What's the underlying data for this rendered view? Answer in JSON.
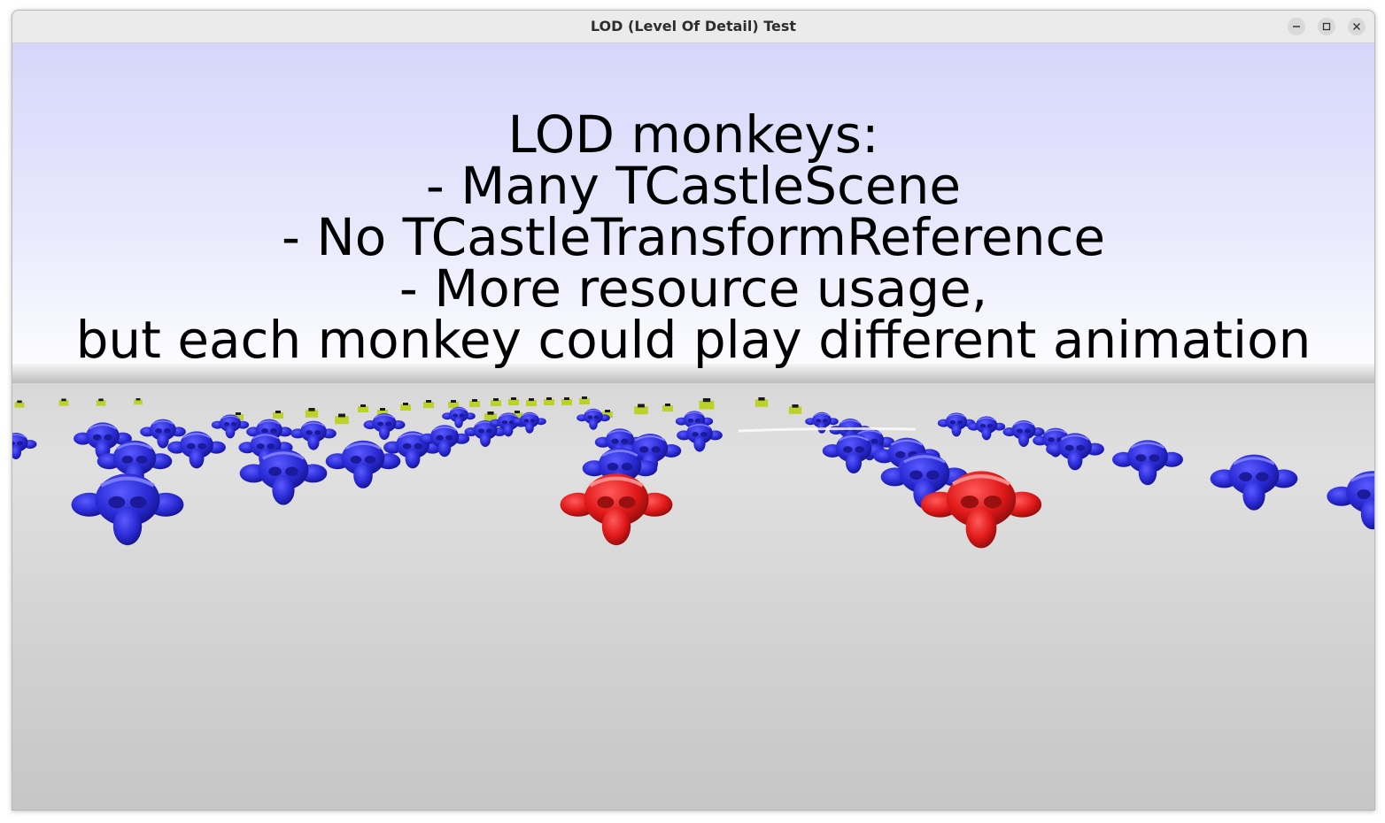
{
  "window": {
    "title": "LOD (Level Of Detail) Test",
    "controls": [
      "minimize-icon",
      "maximize-icon",
      "close-icon"
    ]
  },
  "overlay": {
    "lines": [
      "LOD monkeys:",
      "- Many TCastleScene",
      "- No TCastleTransformReference",
      "- More resource usage,",
      "but each monkey could play different animation"
    ]
  },
  "colors": {
    "sky_top": "#d6d6fb",
    "ground": "#d6d6d6",
    "monkey_far": "#2b2bd6",
    "monkey_near": "#e01818",
    "monkey_distant_lod": "#bcd22a"
  }
}
